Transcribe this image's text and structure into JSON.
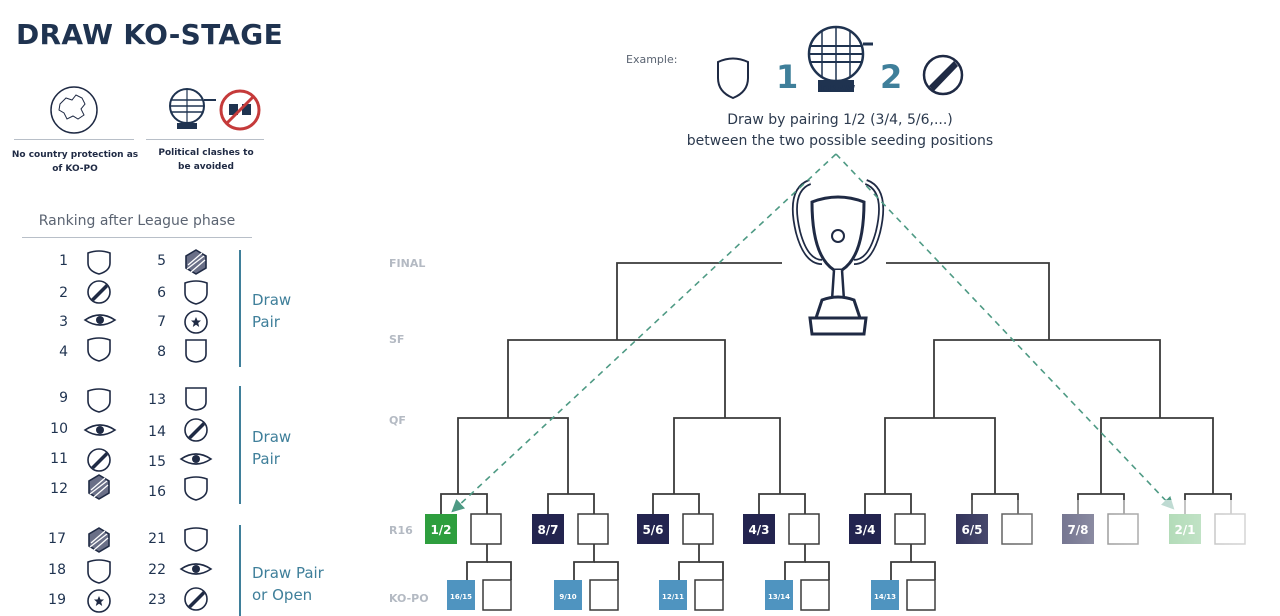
{
  "page_title": "DRAW KO-STAGE",
  "rules": [
    {
      "caption_line1": "No country protection as",
      "caption_line2": "of KO-PO",
      "icon": "europe-map-icon"
    },
    {
      "caption_line1": "Political clashes to",
      "caption_line2": "be avoided",
      "icon": "draw-pot-icon"
    }
  ],
  "ranking_title": "Ranking after League phase",
  "groups": [
    {
      "left": [
        "1",
        "2",
        "3",
        "4"
      ],
      "right": [
        "5",
        "6",
        "7",
        "8"
      ],
      "label_line1": "Draw",
      "label_line2": "Pair"
    },
    {
      "left": [
        "9",
        "10",
        "11",
        "12"
      ],
      "right": [
        "13",
        "14",
        "15",
        "16"
      ],
      "label_line1": "Draw",
      "label_line2": "Pair"
    },
    {
      "left": [
        "17",
        "18",
        "19"
      ],
      "right": [
        "21",
        "22",
        "23"
      ],
      "label_line1": "Draw Pair",
      "label_line2": "or Open"
    }
  ],
  "example": {
    "label": "Example:",
    "num1": "1",
    "num2": "2",
    "pot_label": "DRAW",
    "line1": "Draw by pairing 1/2 (3/4, 5/6,...)",
    "line2": "between the two possible seeding positions"
  },
  "rounds": [
    "FINAL",
    "SF",
    "QF",
    "R16",
    "KO-PO"
  ],
  "r16_seeds": [
    "1/2",
    "8/7",
    "5/6",
    "4/3",
    "3/4",
    "6/5",
    "7/8",
    "2/1"
  ],
  "kopo_seeds": [
    "16/15",
    "9/10",
    "12/11",
    "13/14",
    "14/13"
  ],
  "colors": {
    "title": "#1f3350",
    "accent": "#3f7f9a",
    "seed_green": "#2e9e3e",
    "seed_navy": "#23244f",
    "seed_blue": "#4f94c0",
    "bracket_line": "#3a3a3a",
    "dash_arrow": "#4e9a84"
  }
}
